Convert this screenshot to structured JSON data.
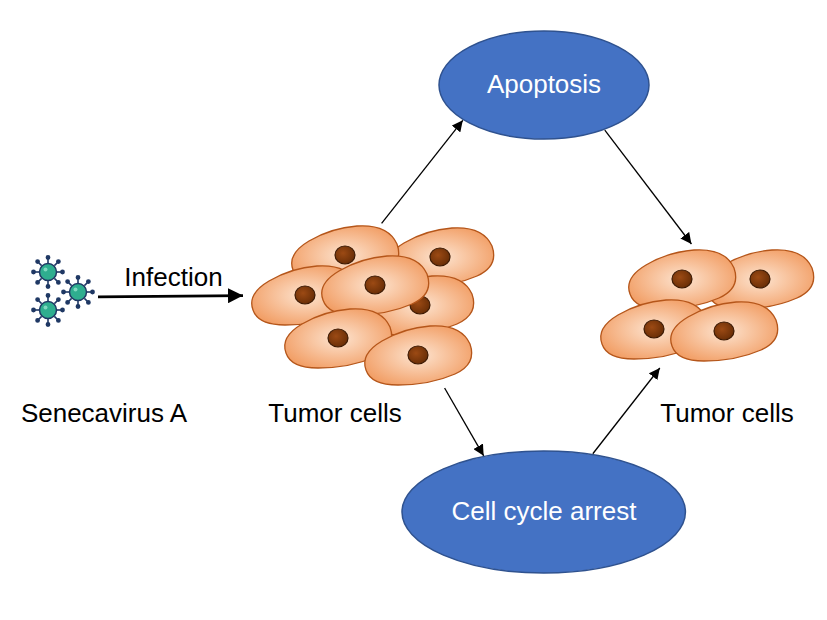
{
  "diagram": {
    "nodes": [
      {
        "text": [
          "Senecavirus A"
        ]
      },
      {
        "text": [
          "Tumor cells"
        ]
      },
      {
        "text": [
          "Apoptosis"
        ]
      },
      {
        "text": [
          "Cell cycle arrest"
        ]
      },
      {
        "text": [
          "Tumor cells"
        ]
      }
    ],
    "edges": [
      {
        "from": 0,
        "to": 1,
        "arrow": "to",
        "label": "Infection"
      },
      {
        "from": 1,
        "to": 2,
        "arrow": "to"
      },
      {
        "from": 1,
        "to": 3,
        "arrow": "to"
      },
      {
        "from": 2,
        "to": 4,
        "arrow": "to"
      },
      {
        "from": 3,
        "to": 4,
        "arrow": "to"
      }
    ]
  }
}
